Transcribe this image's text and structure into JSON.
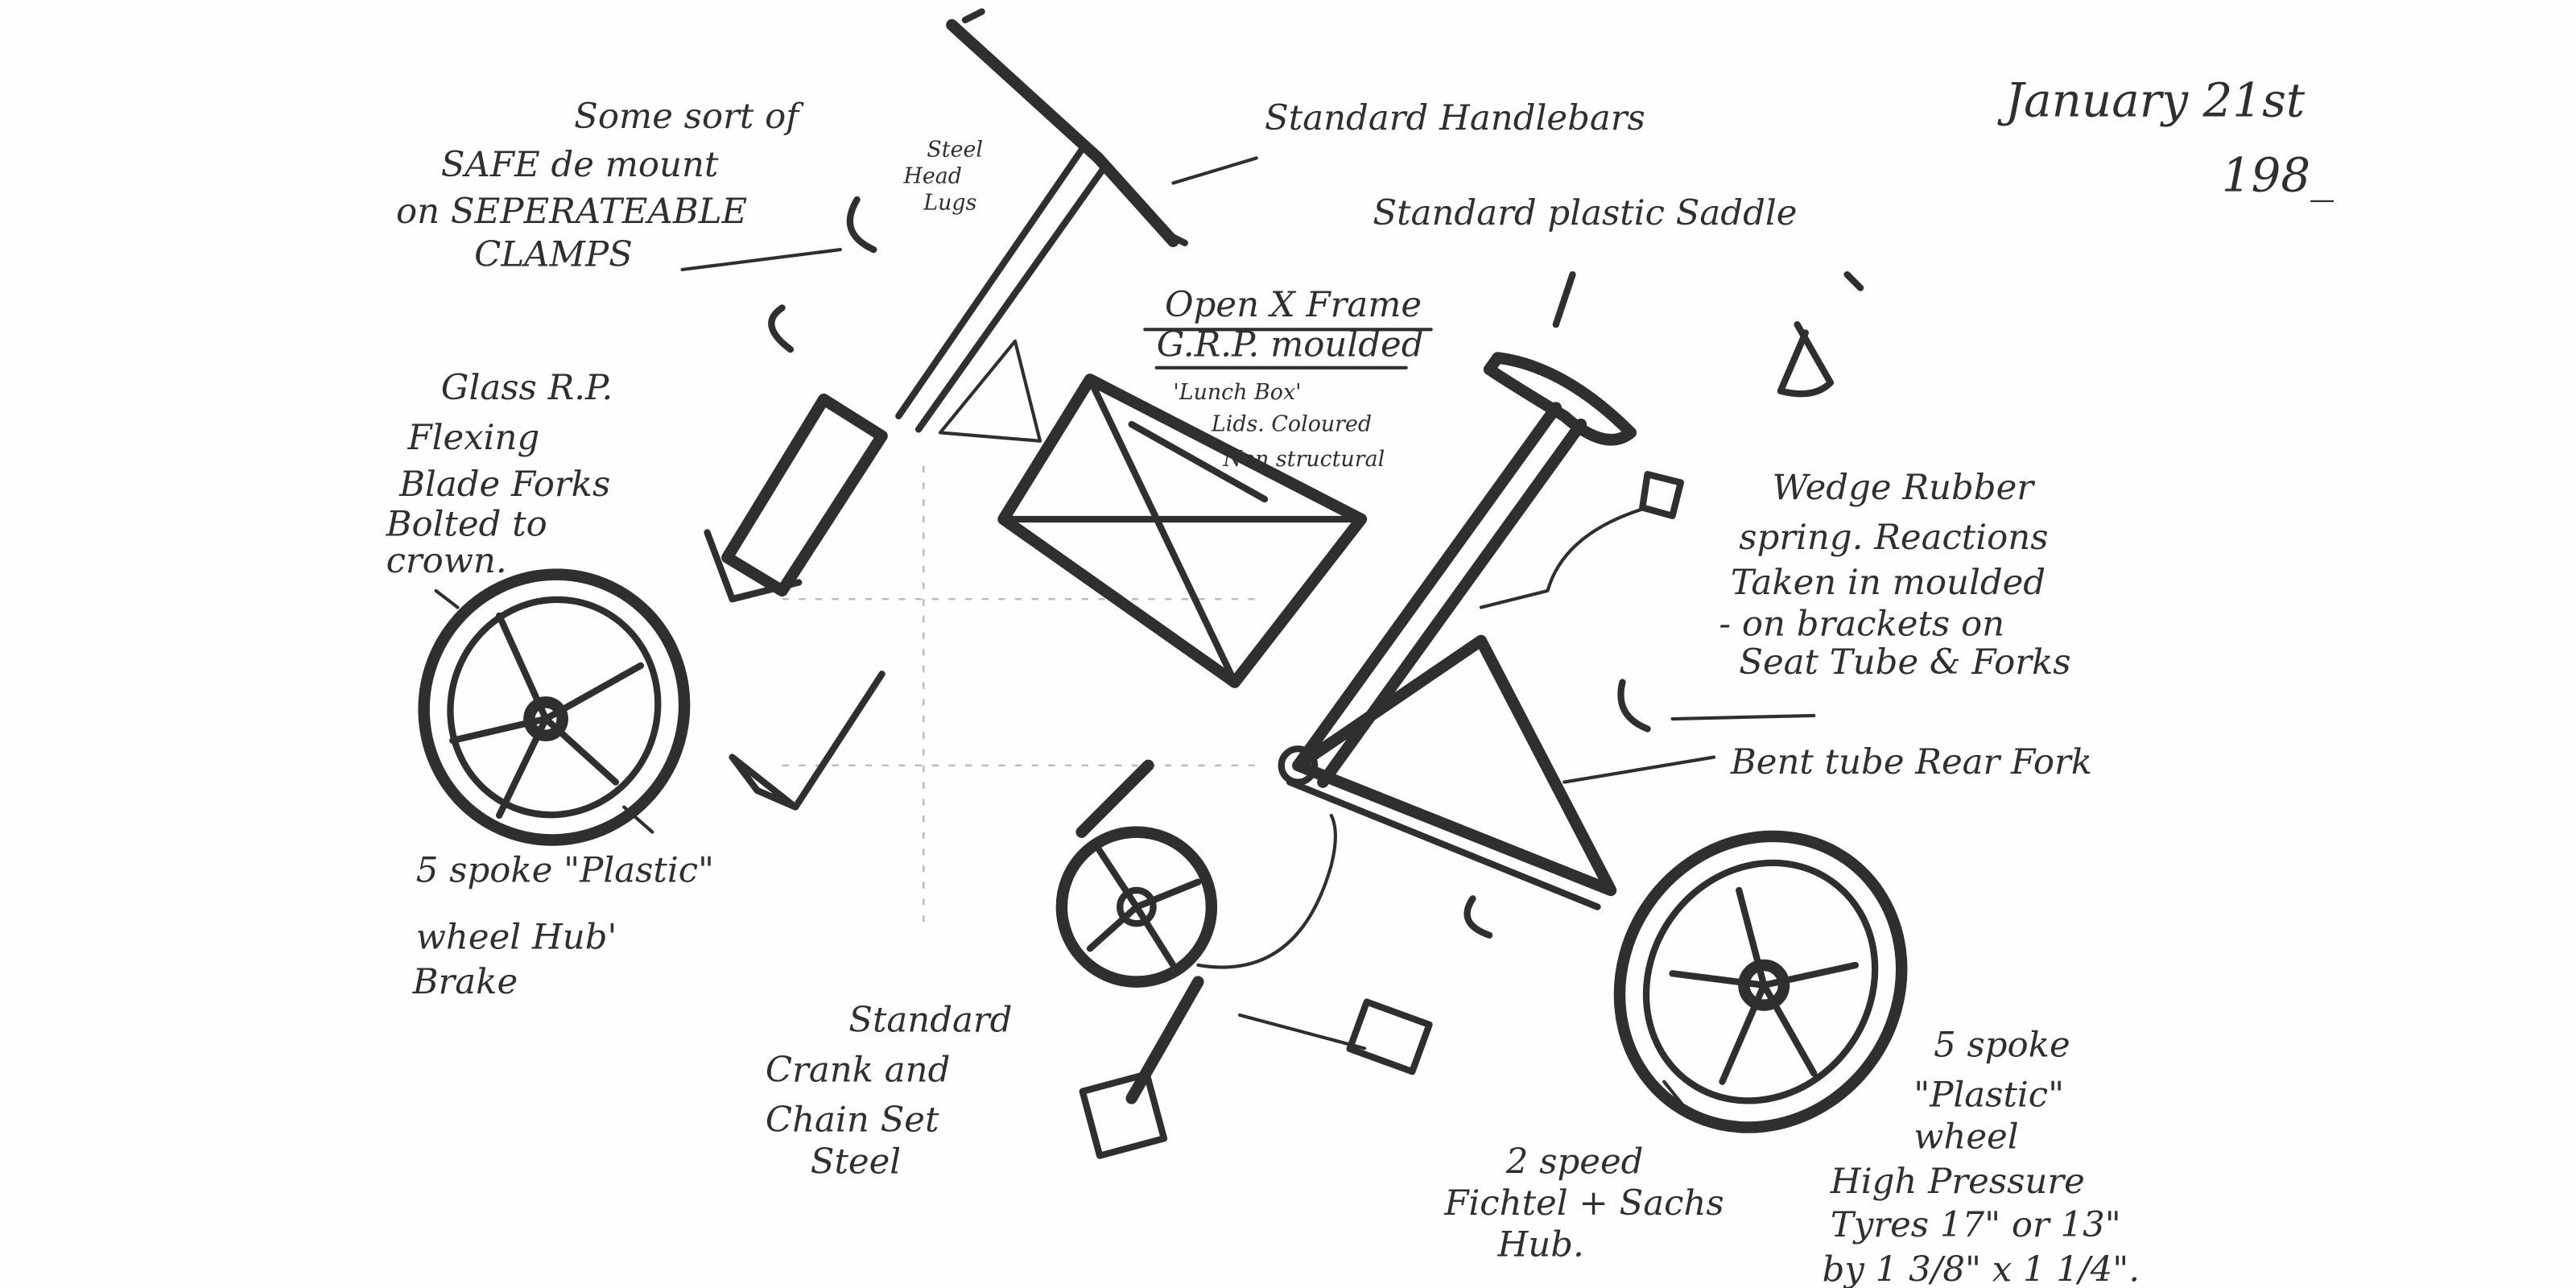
{
  "date": {
    "line1": "January 21st",
    "line2": "198_"
  },
  "annotations": {
    "clamps": [
      "Some sort of",
      "SAFE de mount",
      "on SEPERATEABLE",
      "CLAMPS"
    ],
    "head_lugs": [
      "Steel",
      "Head",
      "Lugs"
    ],
    "handlebars": "Standard Handlebars",
    "saddle": "Standard plastic Saddle",
    "frame": [
      "Open X Frame",
      "G.R.P. moulded",
      "'Lunch Box'",
      "Lids. Coloured",
      "Non structural"
    ],
    "forks": [
      "Glass R.P.",
      "Flexing",
      "Blade Forks",
      "Bolted to",
      "crown."
    ],
    "suspension": [
      "Wedge Rubber",
      "spring. Reactions",
      "Taken in moulded",
      "- on brackets on",
      "Seat Tube & Forks"
    ],
    "rear_fork": "Bent tube Rear Fork",
    "front_wheel": [
      "5 spoke \"Plastic\"",
      "wheel Hub'",
      "Brake"
    ],
    "crank": [
      "Standard",
      "Crank and",
      "Chain Set",
      "Steel"
    ],
    "hub": [
      "2 speed",
      "Fichtel + Sachs",
      "Hub."
    ],
    "rear_wheel": [
      "5 spoke",
      "\"Plastic\"",
      "wheel",
      "High Pressure",
      "Tyres 17\" or 13\"",
      "by 1 3/8\" x 1 1/4\"."
    ]
  },
  "colors": {
    "ink": "#2f2f2f",
    "paper": "#fefefe"
  }
}
